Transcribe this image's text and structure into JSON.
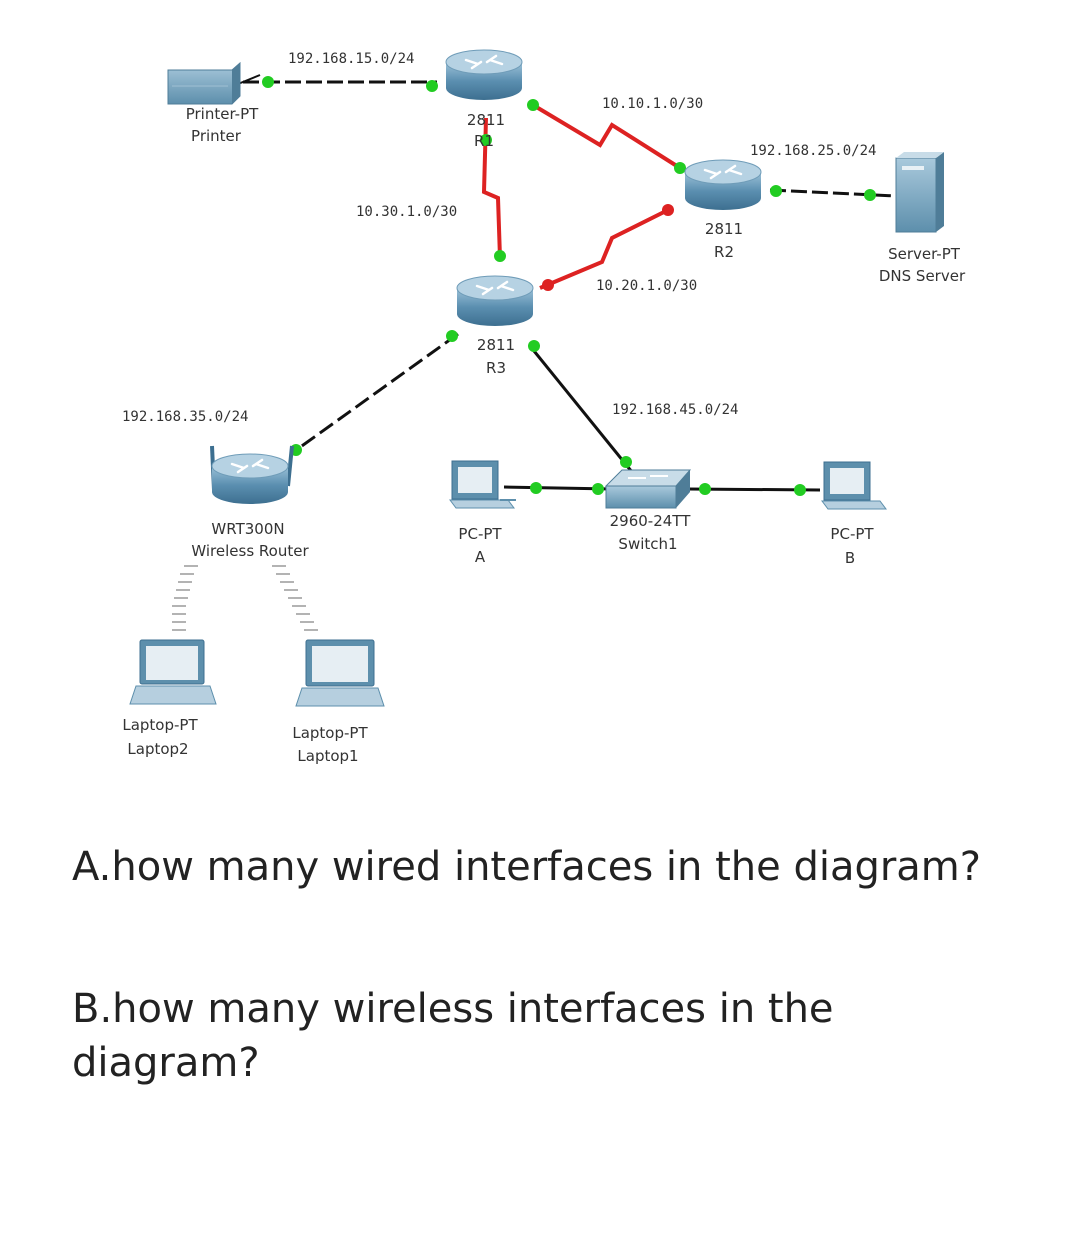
{
  "networks": {
    "n1": "192.168.15.0/24",
    "n2": "10.10.1.0/30",
    "n3": "192.168.25.0/24",
    "n4": "10.30.1.0/30",
    "n5": "10.20.1.0/30",
    "n6": "192.168.35.0/24",
    "n7": "192.168.45.0/24"
  },
  "devices": {
    "printer": {
      "model": "Printer-PT",
      "name": "Printer"
    },
    "r1": {
      "model": "2811",
      "name": "R1"
    },
    "r2": {
      "model": "2811",
      "name": "R2"
    },
    "r3": {
      "model": "2811",
      "name": "R3"
    },
    "server": {
      "model": "Server-PT",
      "name": "DNS Server"
    },
    "wrouter": {
      "model": "WRT300N",
      "name": "Wireless Router"
    },
    "switch": {
      "model": "2960-24TT",
      "name": "Switch1"
    },
    "pca": {
      "model": "PC-PT",
      "name": "A"
    },
    "pcb": {
      "model": "PC-PT",
      "name": "B"
    },
    "laptop2": {
      "model": "Laptop-PT",
      "name": "Laptop2"
    },
    "laptop1": {
      "model": "Laptop-PT",
      "name": "Laptop1"
    }
  },
  "questions": {
    "a": "A.how many wired interfaces in the diagram?",
    "b": "B.how many wireless interfaces in the diagram?"
  },
  "colors": {
    "link_up": "#22cc22",
    "link_down": "#dd2222",
    "serial": "#dd2222",
    "ethernet": "#111111",
    "router_body": "#5b8fb0"
  }
}
